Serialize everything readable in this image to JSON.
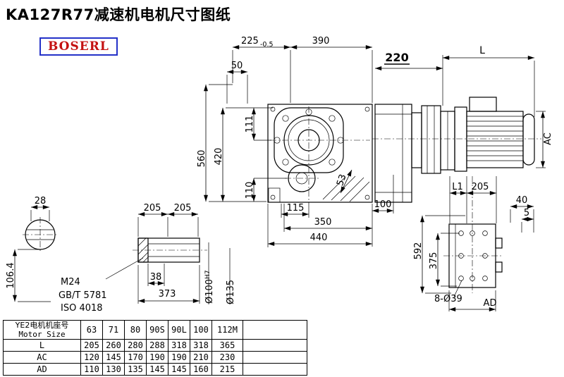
{
  "header": {
    "title": "KA127R77减速机电机尺寸图纸",
    "logo": "BOSERL"
  },
  "dims": {
    "w225": "225",
    "w225_tol": "-0.5",
    "w390": "390",
    "w220": "220",
    "len_L": "L",
    "w50": "50",
    "h560": "560",
    "h420": "420",
    "h111": "111",
    "h110": "110",
    "d53": "53",
    "w115": "115",
    "w100": "100",
    "w350": "350",
    "w440": "440",
    "ac": "AC",
    "w28": "28",
    "h106": "106.4",
    "s205a": "205",
    "s205b": "205",
    "m24": "M24",
    "gbt": "GB/T 5781",
    "iso": "ISO 4018",
    "d38": "38",
    "d373": "373",
    "phi100": "Ø100",
    "phi100_fit": "H7",
    "phi135": "Ø135",
    "l1": "L1",
    "s205c": "205",
    "d40": "40",
    "d5": "5",
    "h592": "592",
    "h375": "375",
    "holes": "8-Ø39",
    "ad": "AD"
  },
  "table": {
    "size_label_cn": "YE2电机机座号",
    "size_label_en": "Motor Size",
    "columns": [
      "63",
      "71",
      "80",
      "90S",
      "90L",
      "100",
      "112M"
    ],
    "rows": [
      {
        "label": "L",
        "values": [
          "205",
          "260",
          "280",
          "288",
          "318",
          "318",
          "365"
        ]
      },
      {
        "label": "AC",
        "values": [
          "120",
          "145",
          "170",
          "190",
          "190",
          "210",
          "230"
        ]
      },
      {
        "label": "AD",
        "values": [
          "110",
          "130",
          "135",
          "145",
          "145",
          "160",
          "215"
        ]
      }
    ]
  }
}
